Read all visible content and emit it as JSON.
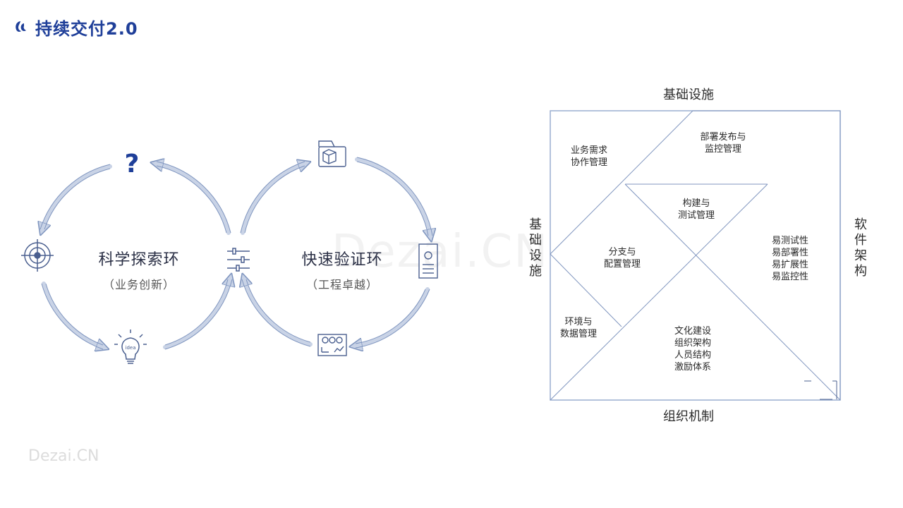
{
  "header": {
    "title": "持续交付2.0",
    "logo_icon": "brand-logo-icon"
  },
  "watermark": {
    "center": "Dezai.CN",
    "bottom": "Dezai.CN"
  },
  "loops": {
    "left": {
      "name": "科学探索环",
      "sub": "（业务创新）"
    },
    "right": {
      "name": "快速验证环",
      "sub": "（工程卓越）"
    }
  },
  "icons": {
    "question": "?",
    "target": "target-icon",
    "bulb": "lightbulb-icon",
    "bulb_text": "idea",
    "sliders": "sliders-icon",
    "box": "box-icon",
    "document": "document-icon",
    "dashboard": "dashboard-icon"
  },
  "matrix": {
    "top": "基础设施",
    "bottom": "组织机制",
    "left": "基础设施",
    "right": "软件架构",
    "cells": {
      "business": "业务需求\n协作管理",
      "deploy": "部署发布与\n监控管理",
      "build": "构建与\n测试管理",
      "branch": "分支与\n配置管理",
      "easy": "易测试性\n易部署性\n易扩展性\n易监控性",
      "env": "环境与\n数据管理",
      "culture": "文化建设\n组织架构\n人员结构\n激励体系"
    }
  },
  "colors": {
    "accent": "#1f3f99",
    "ring": "#c9d3e6",
    "ring_stroke": "#7f95bf",
    "line": "#7a8fb8",
    "frame": "#9aaed0"
  }
}
